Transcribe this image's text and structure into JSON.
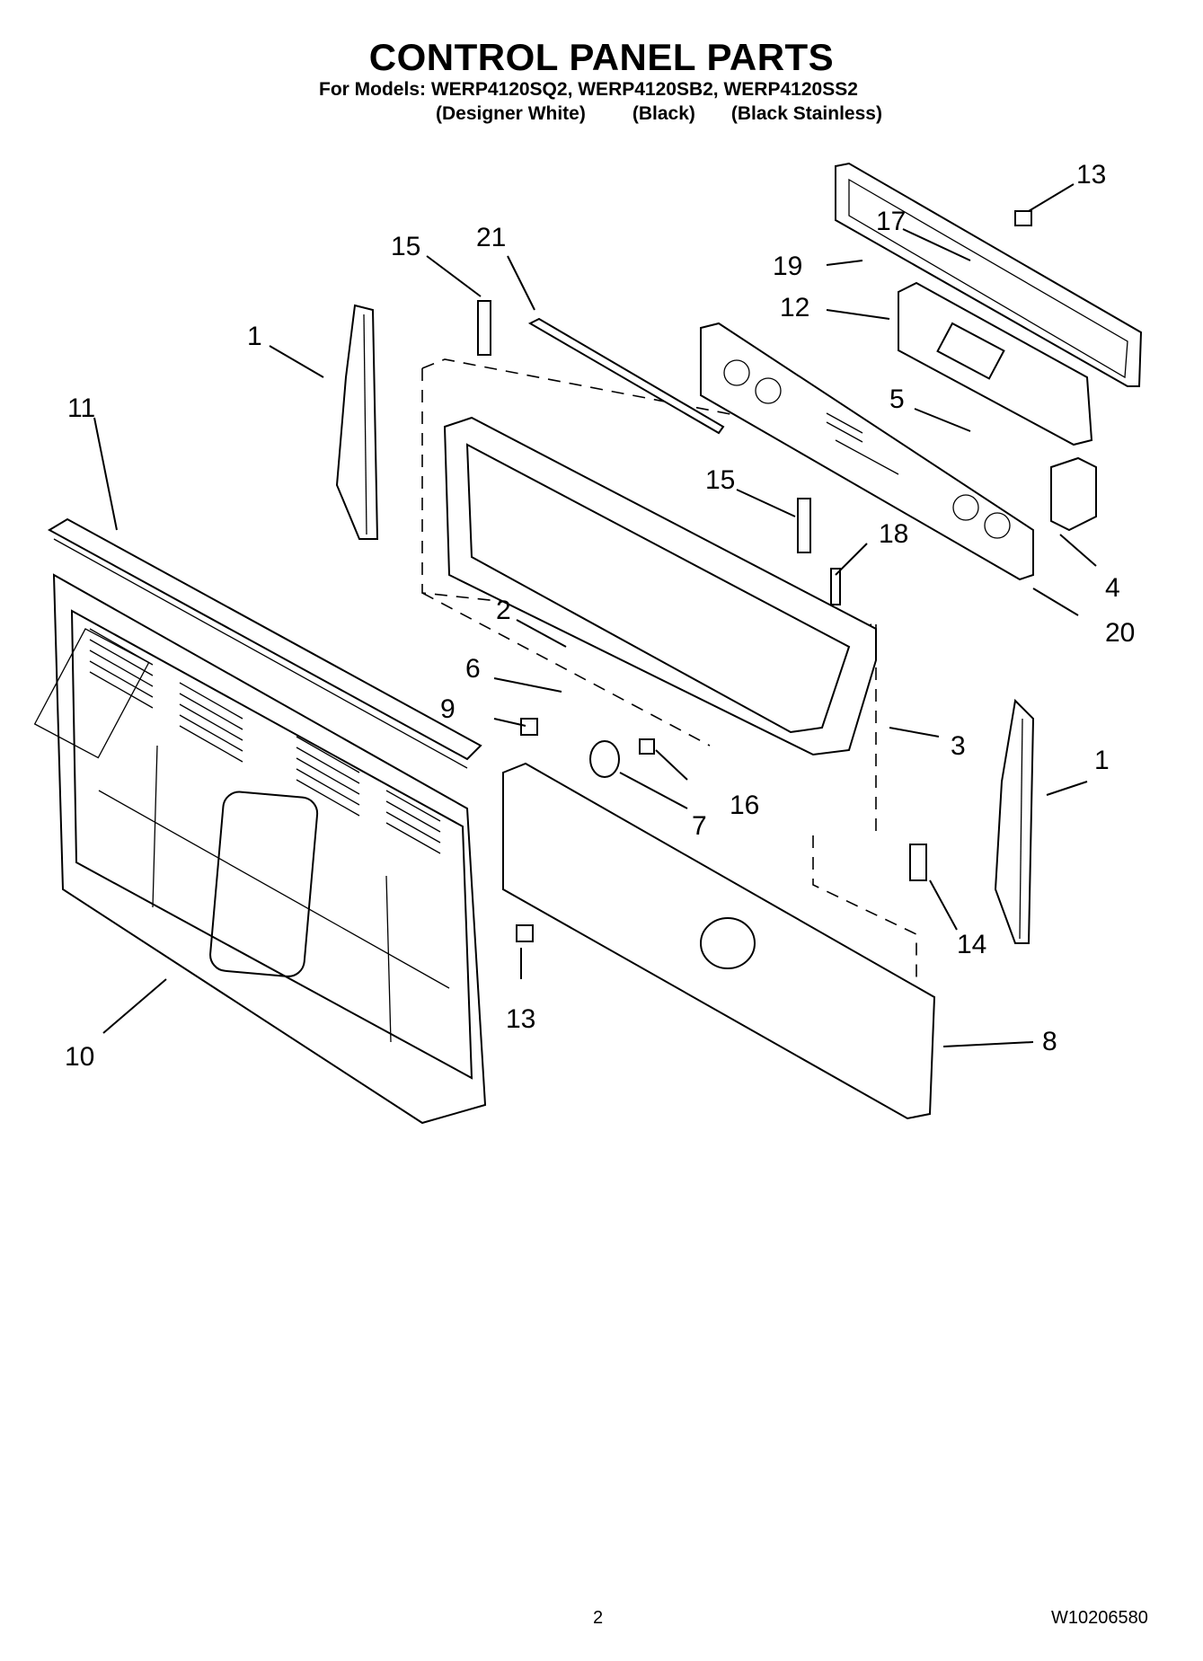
{
  "header": {
    "title": "CONTROL PANEL PARTS",
    "models_line": "For Models: WERP4120SQ2, WERP4120SB2, WERP4120SS2",
    "colors": [
      "(Designer White)",
      "(Black)",
      "(Black Stainless)"
    ]
  },
  "callouts": [
    "1",
    "1",
    "2",
    "3",
    "4",
    "5",
    "6",
    "7",
    "8",
    "9",
    "10",
    "11",
    "12",
    "13",
    "13",
    "14",
    "15",
    "15",
    "16",
    "17",
    "18",
    "19",
    "20",
    "21"
  ],
  "footer": {
    "page": "2",
    "doc_number": "W10206580"
  }
}
